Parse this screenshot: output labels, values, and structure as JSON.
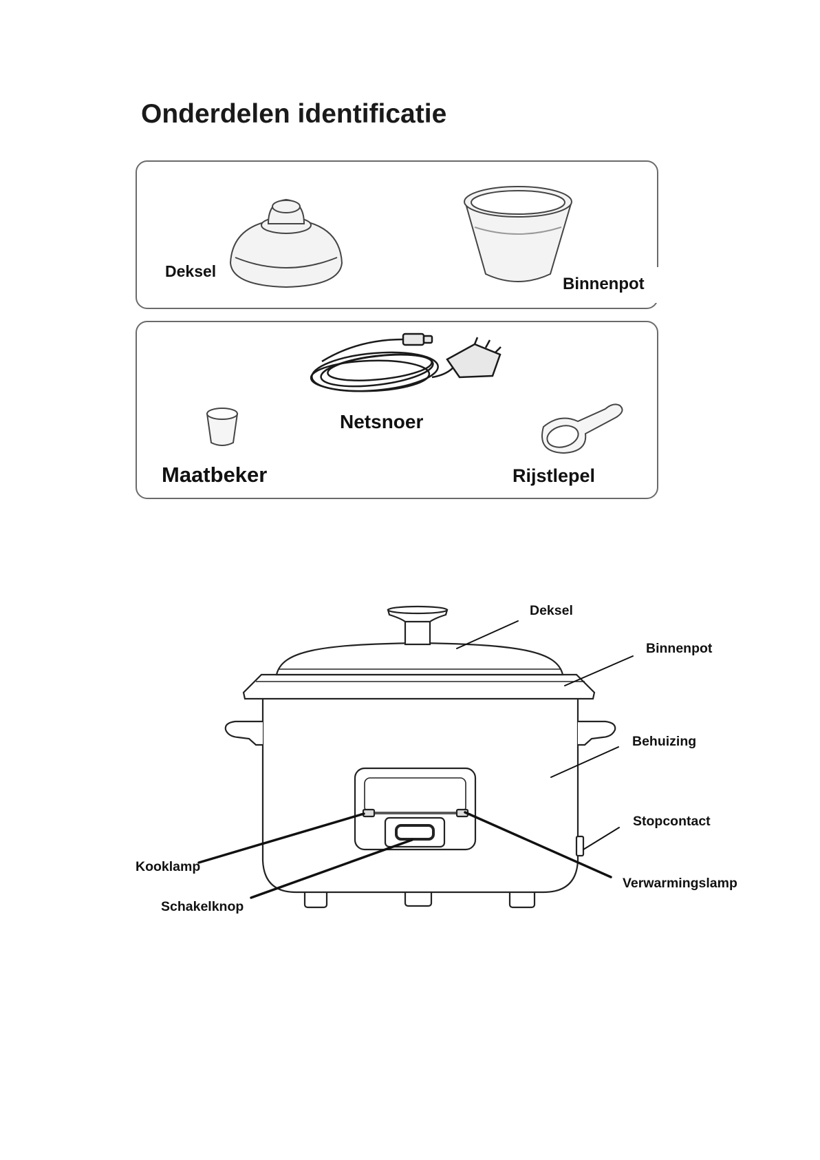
{
  "page_title": "Onderdelen identificatie",
  "accessories": {
    "top_panel": {
      "lid": "Deksel",
      "inner_pot": "Binnenpot"
    },
    "bottom_panel": {
      "power_cord": "Netsnoer",
      "measuring_cup": "Maatbeker",
      "rice_spoon": "Rijstlepel"
    }
  },
  "cooker_diagram": {
    "labels": {
      "lid": "Deksel",
      "inner_pot": "Binnenpot",
      "housing": "Behuizing",
      "socket": "Stopcontact",
      "warm_lamp": "Verwarmingslamp",
      "cook_lamp": "Kooklamp",
      "switch": "Schakelknop"
    }
  }
}
